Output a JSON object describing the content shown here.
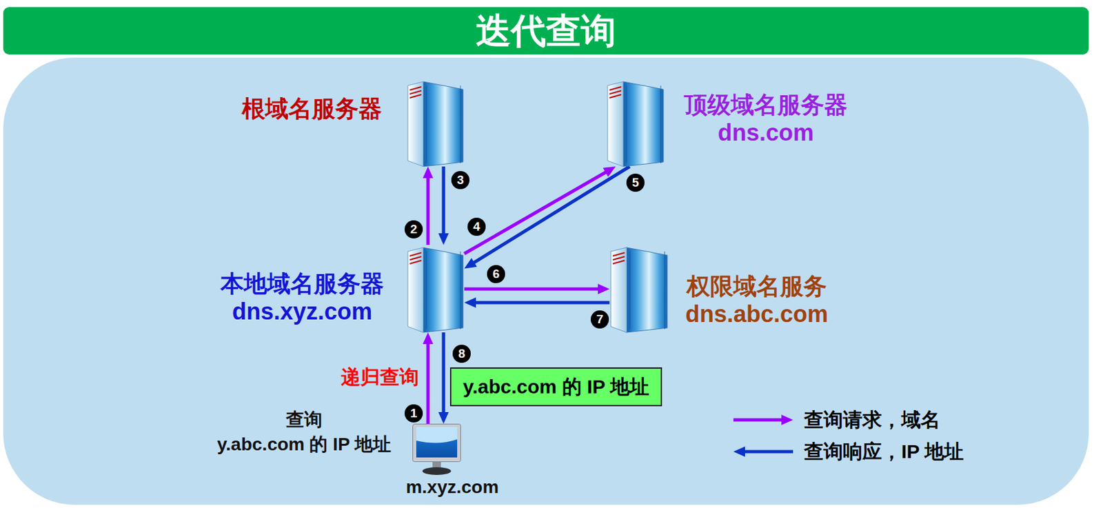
{
  "diagram": {
    "title": "迭代查询",
    "nodes": [
      {
        "text": [
          "根域名服务器"
        ]
      },
      {
        "text": [
          "顶级域名服务器",
          "dns.com"
        ]
      },
      {
        "text": [
          "本地域名服务器",
          "dns.xyz.com"
        ]
      },
      {
        "text": [
          "权限域名服务",
          "dns.abc.com"
        ]
      },
      {
        "text": [
          "查询",
          "y.abc.com 的 IP 地址",
          "m.xyz.com"
        ]
      },
      {
        "text": [
          "y.abc.com 的 IP 地址"
        ]
      }
    ],
    "edges": [
      {
        "from": 4,
        "to": 2,
        "arrow": "to",
        "label": "1"
      },
      {
        "from": 2,
        "to": 0,
        "arrow": "to",
        "label": "2"
      },
      {
        "from": 0,
        "to": 2,
        "arrow": "to",
        "label": "3"
      },
      {
        "from": 2,
        "to": 1,
        "arrow": "to",
        "label": "4"
      },
      {
        "from": 1,
        "to": 2,
        "arrow": "to",
        "label": "5"
      },
      {
        "from": 2,
        "to": 3,
        "arrow": "to",
        "label": "6"
      },
      {
        "from": 3,
        "to": 2,
        "arrow": "to",
        "label": "7"
      },
      {
        "from": 2,
        "to": 4,
        "arrow": "to",
        "label": "8"
      }
    ],
    "labels": [
      "递归查询"
    ],
    "legend": [
      {
        "text": "查询请求，域名"
      },
      {
        "text": "查询响应，IP 地址"
      }
    ]
  }
}
